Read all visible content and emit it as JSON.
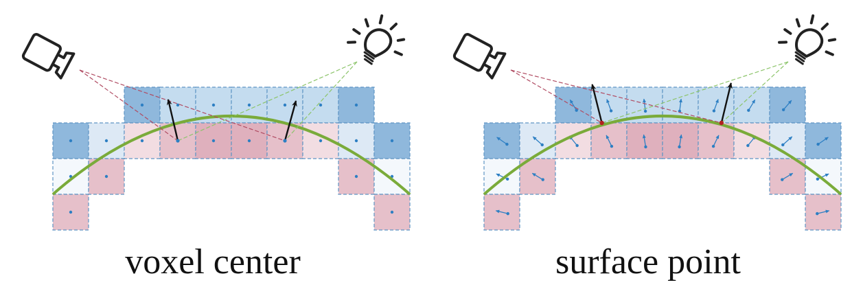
{
  "panels": [
    {
      "caption": "voxel center",
      "sample_mode": "center",
      "cells": [
        {
          "row": 0,
          "col": 2,
          "tone": "blue-dark"
        },
        {
          "row": 0,
          "col": 3,
          "tone": "blue-light"
        },
        {
          "row": 0,
          "col": 4,
          "tone": "blue-light"
        },
        {
          "row": 0,
          "col": 5,
          "tone": "blue-light"
        },
        {
          "row": 0,
          "col": 6,
          "tone": "blue-light"
        },
        {
          "row": 0,
          "col": 7,
          "tone": "blue-light"
        },
        {
          "row": 0,
          "col": 8,
          "tone": "blue-dark"
        },
        {
          "row": 1,
          "col": 0,
          "tone": "blue-dark"
        },
        {
          "row": 1,
          "col": 1,
          "tone": "blue-pale"
        },
        {
          "row": 1,
          "col": 2,
          "tone": "pink-pale"
        },
        {
          "row": 1,
          "col": 3,
          "tone": "pink-light"
        },
        {
          "row": 1,
          "col": 4,
          "tone": "pink-dark"
        },
        {
          "row": 1,
          "col": 5,
          "tone": "pink-dark"
        },
        {
          "row": 1,
          "col": 6,
          "tone": "pink-light"
        },
        {
          "row": 1,
          "col": 7,
          "tone": "pink-pale"
        },
        {
          "row": 1,
          "col": 8,
          "tone": "blue-pale"
        },
        {
          "row": 1,
          "col": 9,
          "tone": "blue-dark"
        },
        {
          "row": 2,
          "col": 0,
          "tone": "white-blue"
        },
        {
          "row": 2,
          "col": 1,
          "tone": "pink-light"
        },
        {
          "row": 2,
          "col": 8,
          "tone": "pink-light"
        },
        {
          "row": 2,
          "col": 9,
          "tone": "white-blue"
        },
        {
          "row": 3,
          "col": 0,
          "tone": "pink-light"
        },
        {
          "row": 3,
          "col": 9,
          "tone": "pink-light"
        }
      ]
    },
    {
      "caption": "surface point",
      "sample_mode": "surface",
      "cells": [
        {
          "row": 0,
          "col": 2,
          "tone": "blue-dark"
        },
        {
          "row": 0,
          "col": 3,
          "tone": "blue-light"
        },
        {
          "row": 0,
          "col": 4,
          "tone": "blue-light"
        },
        {
          "row": 0,
          "col": 5,
          "tone": "blue-light"
        },
        {
          "row": 0,
          "col": 6,
          "tone": "blue-light"
        },
        {
          "row": 0,
          "col": 7,
          "tone": "blue-light"
        },
        {
          "row": 0,
          "col": 8,
          "tone": "blue-dark"
        },
        {
          "row": 1,
          "col": 0,
          "tone": "blue-dark"
        },
        {
          "row": 1,
          "col": 1,
          "tone": "blue-pale"
        },
        {
          "row": 1,
          "col": 2,
          "tone": "pink-pale"
        },
        {
          "row": 1,
          "col": 3,
          "tone": "pink-light"
        },
        {
          "row": 1,
          "col": 4,
          "tone": "pink-dark"
        },
        {
          "row": 1,
          "col": 5,
          "tone": "pink-dark"
        },
        {
          "row": 1,
          "col": 6,
          "tone": "pink-light"
        },
        {
          "row": 1,
          "col": 7,
          "tone": "pink-pale"
        },
        {
          "row": 1,
          "col": 8,
          "tone": "blue-pale"
        },
        {
          "row": 1,
          "col": 9,
          "tone": "blue-dark"
        },
        {
          "row": 2,
          "col": 0,
          "tone": "white-blue"
        },
        {
          "row": 2,
          "col": 1,
          "tone": "pink-light"
        },
        {
          "row": 2,
          "col": 8,
          "tone": "pink-light"
        },
        {
          "row": 2,
          "col": 9,
          "tone": "white-blue"
        },
        {
          "row": 3,
          "col": 0,
          "tone": "pink-light"
        },
        {
          "row": 3,
          "col": 9,
          "tone": "pink-light"
        }
      ]
    }
  ],
  "icons": {
    "camera": "camera-icon",
    "light": "light-bulb-icon"
  },
  "colors": {
    "blue-dark": "#8fb8dc",
    "blue-light": "#c4dcef",
    "blue-pale": "#dde9f5",
    "white-blue": "#f4f8fc",
    "pink-light": "#e6c0ca",
    "pink-dark": "#dfb0bd",
    "pink-pale": "#f2dde2",
    "cell_border": "#5f95c4",
    "curve": "#7aab3a",
    "camera_ray": "#b04b62",
    "light_ray": "#8cc46a",
    "normal_dot": "#2d7fc3",
    "surface_point": "#b32020",
    "arrow": "#111111",
    "icon_stroke": "#222222"
  }
}
